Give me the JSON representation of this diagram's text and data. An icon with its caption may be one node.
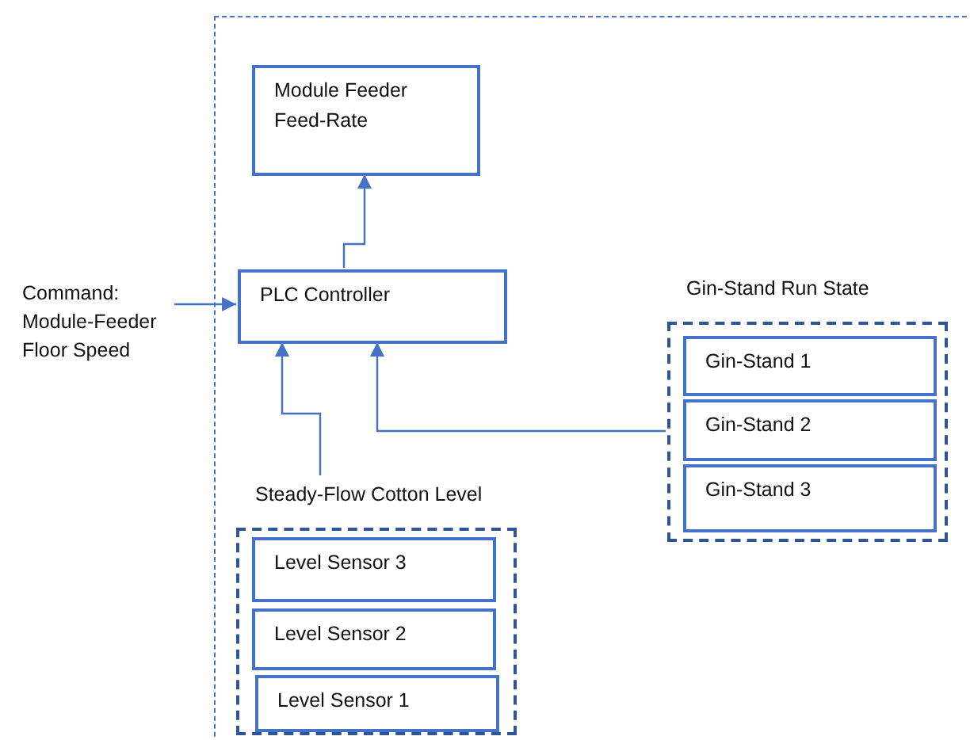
{
  "diagram": {
    "nodes": [
      {
        "text": [],
        "shape": "box"
      },
      {
        "text": [
          "Module Feeder Feed-Rate"
        ],
        "in": 0
      },
      {
        "text": [
          "PLC Controller"
        ],
        "in": 0
      },
      {
        "text": [
          "Gin-Stand Run State"
        ],
        "in": 0
      },
      {
        "text": [
          "Gin-Stand 1"
        ],
        "in": 3
      },
      {
        "text": [
          "Gin-Stand 2"
        ],
        "in": 3
      },
      {
        "text": [
          "Gin-Stand 3"
        ],
        "in": 3
      },
      {
        "text": [
          "Steady-Flow Cotton Level"
        ],
        "in": 0
      },
      {
        "text": [
          "Level Sensor 3"
        ],
        "in": 7
      },
      {
        "text": [
          "Level Sensor 2"
        ],
        "in": 7
      },
      {
        "text": [
          "Level Sensor 1"
        ],
        "in": 7
      },
      {
        "text": [
          "Command: Module-Feeder Floor Speed"
        ]
      }
    ],
    "edges": [
      {
        "from": 2,
        "to": 1,
        "arrow": "to"
      },
      {
        "from": 11,
        "to": 2,
        "arrow": "to"
      },
      {
        "from": 7,
        "to": 2,
        "arrow": "to"
      },
      {
        "from": 3,
        "to": 2,
        "arrow": "to"
      }
    ]
  }
}
